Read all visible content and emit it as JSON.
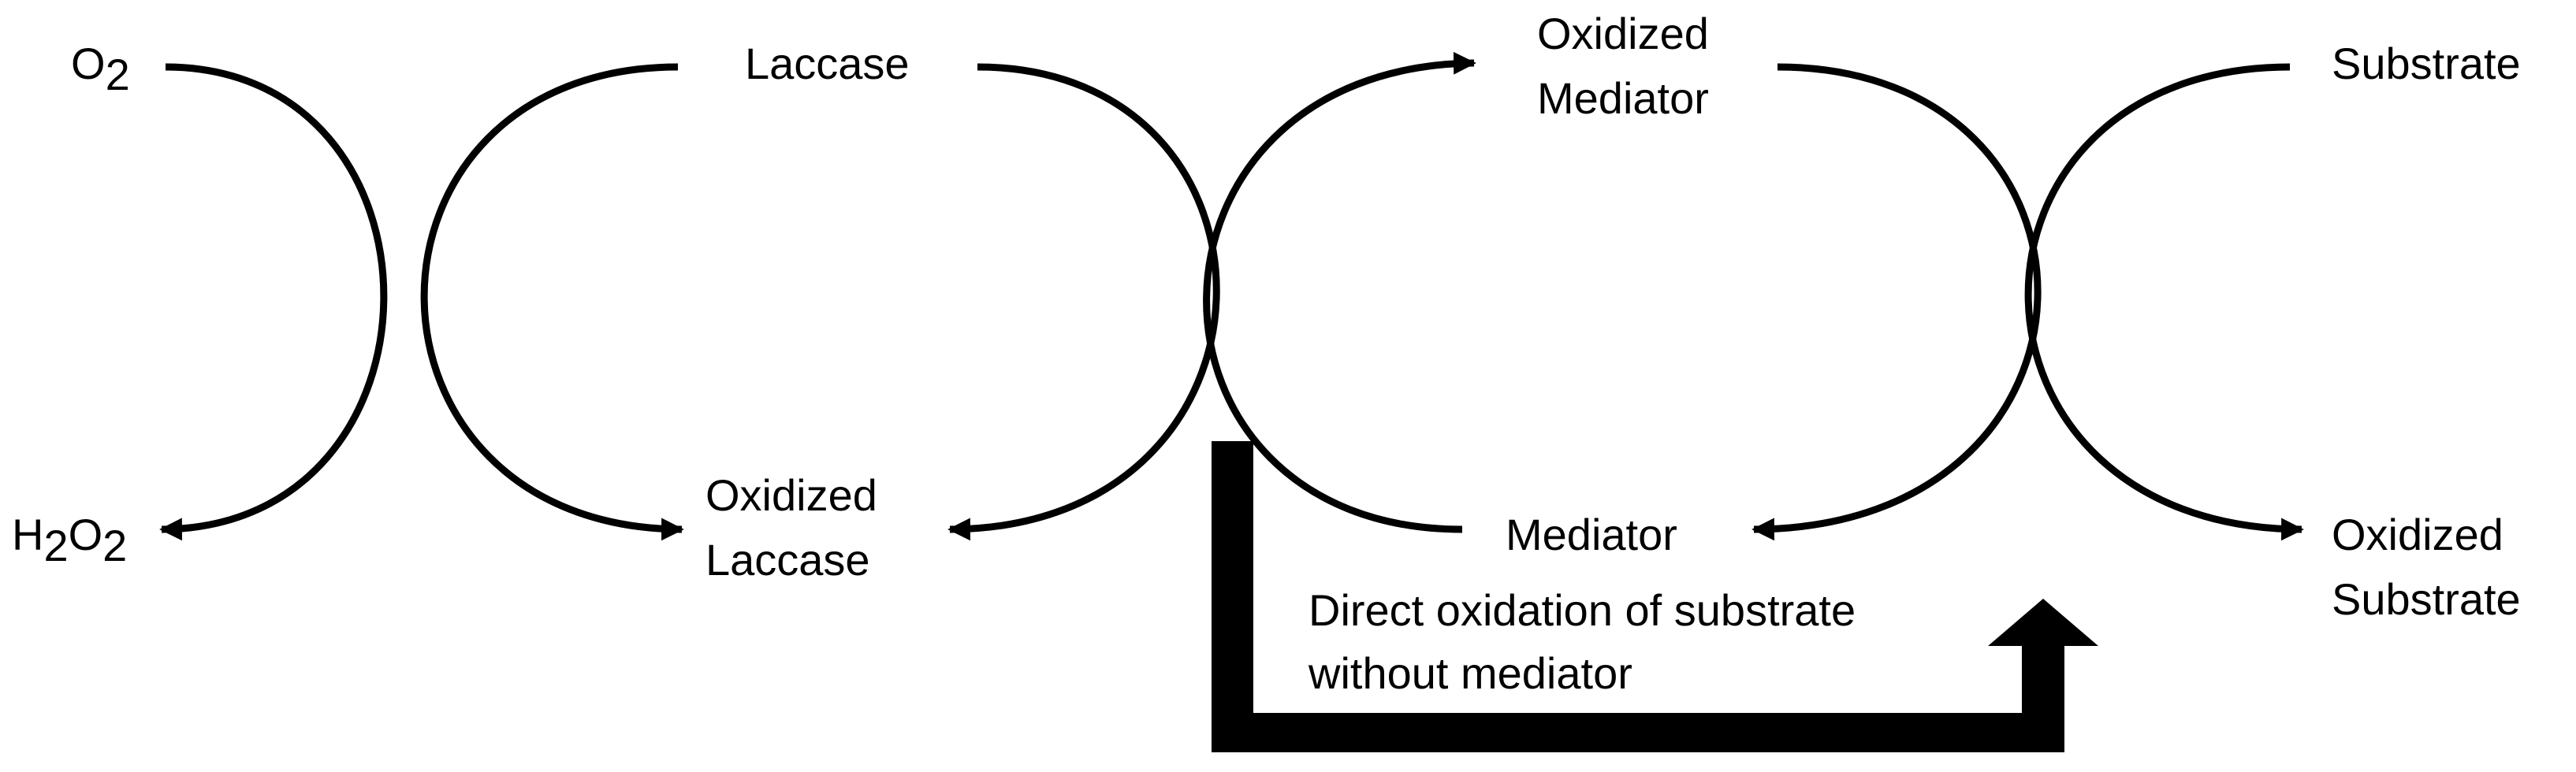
{
  "labels": {
    "o2": {
      "main": "O",
      "sub": "2"
    },
    "h2o2": {
      "h": "H",
      "sub1": "2",
      "o": "O",
      "sub2": "2"
    },
    "laccase": "Laccase",
    "oxidized_laccase": [
      "Oxidized",
      "Laccase"
    ],
    "oxidized_mediator": [
      "Oxidized",
      "Mediator"
    ],
    "mediator": "Mediator",
    "substrate": "Substrate",
    "oxidized_substrate": [
      "Oxidized",
      "Substrate"
    ],
    "direct_oxidation": [
      "Direct oxidation of substrate",
      "without mediator"
    ]
  },
  "colors": {
    "stroke": "#000000",
    "background": "#ffffff"
  }
}
